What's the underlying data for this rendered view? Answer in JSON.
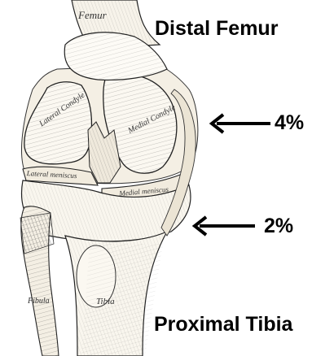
{
  "labels": {
    "distal_femur": "Distal Femur",
    "proximal_tibia": "Proximal Tibia",
    "upper_percent": "4%",
    "lower_percent": "2%"
  },
  "engraved_labels": {
    "femur": "Femur",
    "lateral_condyle": "Lateral Condyle",
    "medial_condyle": "Medial Condyle",
    "lateral_meniscus": "Lateral meniscus",
    "medial_meniscus": "Medial meniscus",
    "fibula": "Fibula",
    "tibia": "Tibia"
  },
  "arrows": [
    {
      "target": "upper_percent",
      "direction": "left"
    },
    {
      "target": "lower_percent",
      "direction": "left"
    }
  ],
  "colors": {
    "ink": "#000000",
    "bone_fill": "#f7f3ea",
    "hatch": "#3a3a3a",
    "background": "#ffffff"
  }
}
